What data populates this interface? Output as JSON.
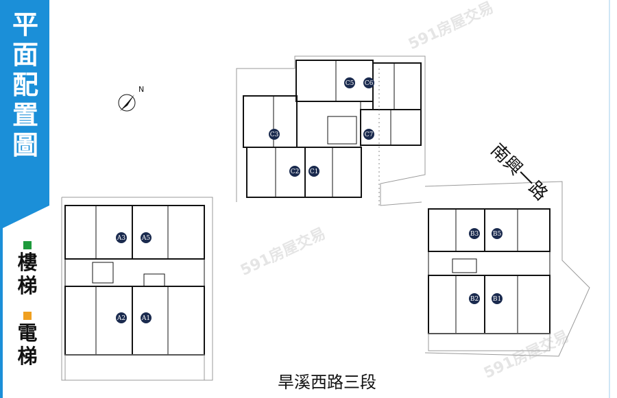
{
  "title_chars": [
    "平",
    "面",
    "配",
    "置",
    "圖"
  ],
  "legend": [
    {
      "label_chars": [
        "樓",
        "梯"
      ],
      "color": "#1e9a3c"
    },
    {
      "label_chars": [
        "電",
        "梯"
      ],
      "color": "#f0a020"
    }
  ],
  "compass": {
    "label": "N"
  },
  "roads": {
    "bottom": "旱溪西路三段",
    "right": "南興一路"
  },
  "watermark": "591房屋交易",
  "buildings": {
    "A": [
      "A3",
      "A5",
      "A2",
      "A1"
    ],
    "B": [
      "B3",
      "B5",
      "B2",
      "B1"
    ],
    "C": [
      "C5",
      "C6",
      "C3",
      "C7",
      "C2",
      "C1"
    ]
  },
  "colors": {
    "brand": "#1b8fd8",
    "unit_badge": "#1a2a4e"
  }
}
